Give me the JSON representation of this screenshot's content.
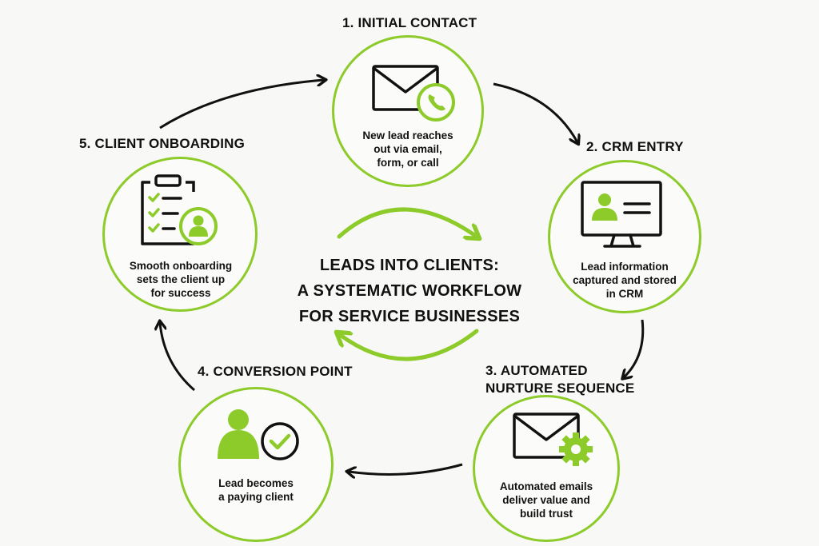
{
  "center_title": [
    "LEADS INTO CLIENTS:",
    "A SYSTEMATIC WORKFLOW",
    "FOR SERVICE BUSINESSES"
  ],
  "colors": {
    "accent": "#8dcb2a",
    "text": "#111111",
    "background": "#f8f8f6"
  },
  "steps": [
    {
      "title": "1. INITIAL CONTACT",
      "icon": "envelope-phone-icon",
      "desc": [
        "New lead reaches",
        "out via email,",
        "form, or call"
      ]
    },
    {
      "title": "2. CRM ENTRY",
      "icon": "monitor-contact-icon",
      "desc": [
        "Lead information",
        "captured and stored",
        "in CRM"
      ]
    },
    {
      "title": [
        "3. AUTOMATED",
        "NURTURE SEQUENCE"
      ],
      "icon": "envelope-gear-icon",
      "desc": [
        "Automated emails",
        "deliver value and",
        "build trust"
      ]
    },
    {
      "title": "4. CONVERSION POINT",
      "icon": "user-check-icon",
      "desc": [
        "Lead becomes",
        "a paying client"
      ]
    },
    {
      "title": "5. CLIENT ONBOARDING",
      "icon": "clipboard-user-icon",
      "desc": [
        "Smooth onboarding",
        "sets the client up",
        "for success"
      ]
    }
  ]
}
